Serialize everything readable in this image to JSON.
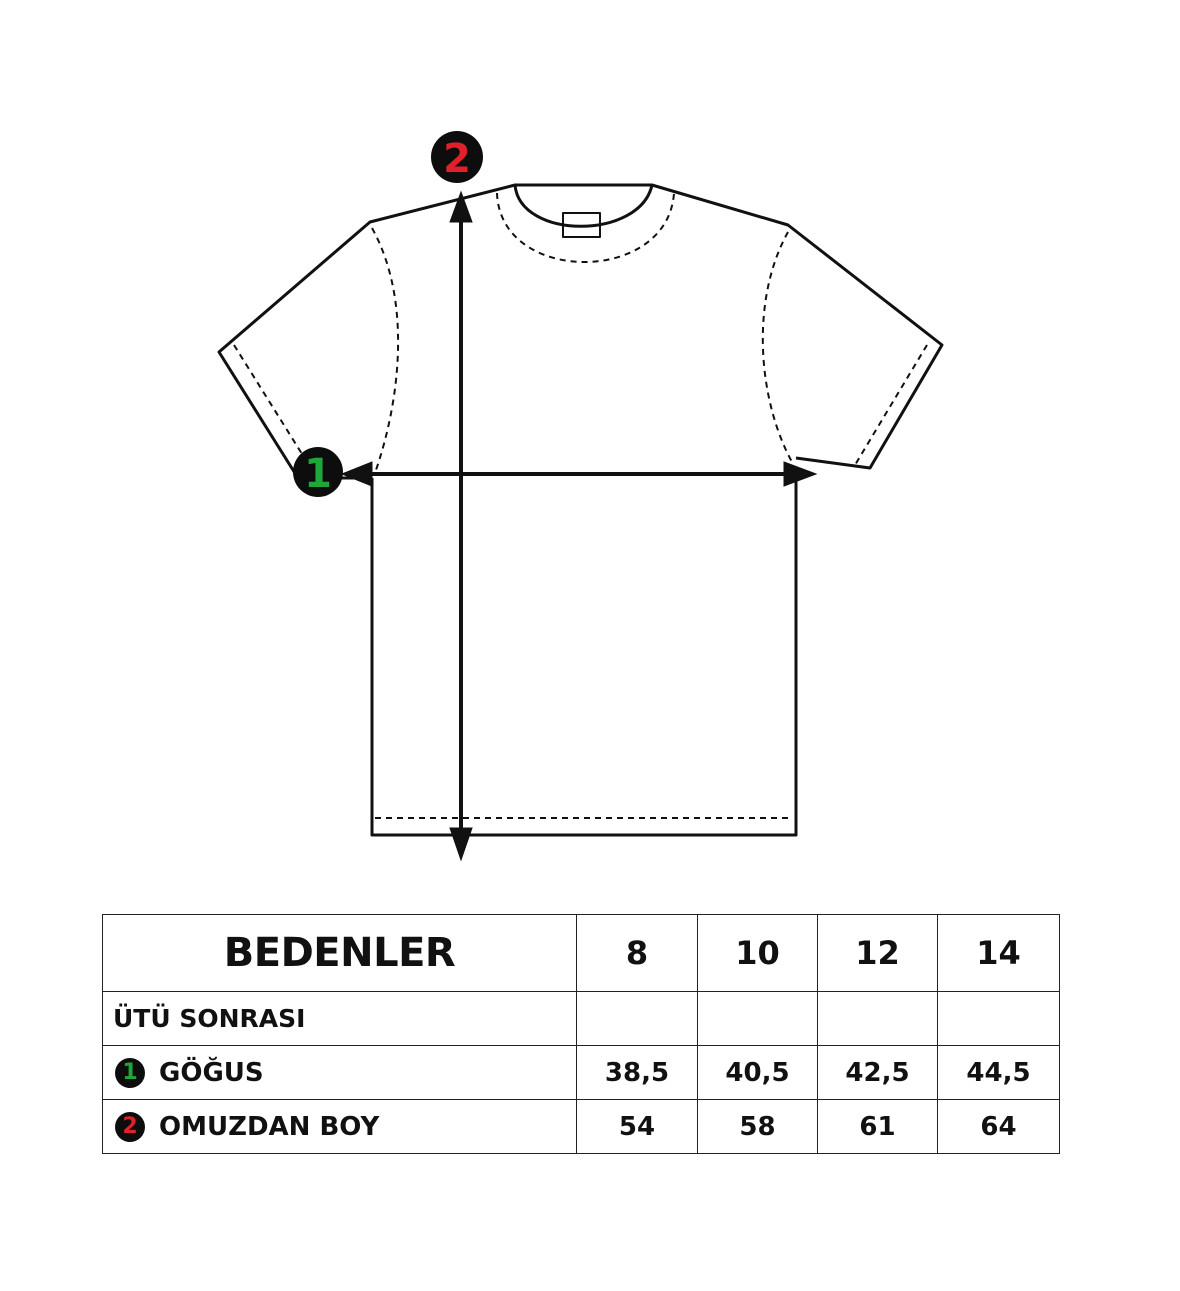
{
  "diagram": {
    "markers": [
      {
        "number": "1",
        "color": "#1fa83a"
      },
      {
        "number": "2",
        "color": "#e0202a"
      }
    ]
  },
  "table": {
    "header_label": "BEDENLER",
    "sizes": [
      "8",
      "10",
      "12",
      "14"
    ],
    "subheader_label": "ÜTÜ SONRASI",
    "rows": [
      {
        "marker": "1",
        "marker_color": "#1fa83a",
        "label": "GÖĞUS",
        "values": [
          "38,5",
          "40,5",
          "42,5",
          "44,5"
        ]
      },
      {
        "marker": "2",
        "marker_color": "#e0202a",
        "label": "OMUZDAN BOY",
        "values": [
          "54",
          "58",
          "61",
          "64"
        ]
      }
    ]
  }
}
